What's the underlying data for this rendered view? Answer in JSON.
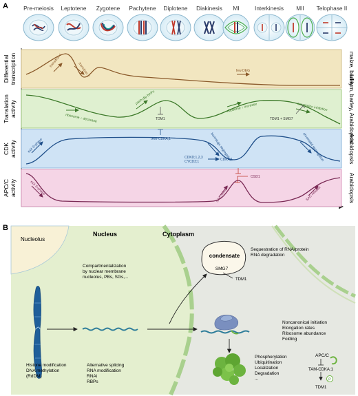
{
  "panel_a": {
    "label": "A",
    "stages": [
      "Pre-meiosis",
      "Leptotene",
      "Zygotene",
      "Pachytene",
      "Diplotene",
      "Diakinesis",
      "MI",
      "Interkinesis",
      "MII",
      "Telophase II"
    ],
    "rows": [
      {
        "label_line1": "Differential",
        "label_line2": "transcription",
        "species": "maize, barley",
        "color": "#f2e6c0",
        "curve": "#8b5a2b",
        "annotations": [
          "transition 1",
          "transition 2",
          "few DEG"
        ]
      },
      {
        "label_line1": "Translation",
        "label_line2": "activity",
        "species": "Lillium, barley, Arabidopsis",
        "color": "#dff0d0",
        "curve": "#3d7a2a",
        "annotations": [
          "ribosome ↓ decrease",
          "pach-dip bAPs",
          "TDM1",
          "ribosome ↑ increase",
          "TDM1 + SMG7",
          "translation inhibition"
        ]
      },
      {
        "label_line1": "CDK",
        "label_line2": "activity",
        "species": "Arabidopsis",
        "color": "#cfe3f5",
        "curve": "#1f4f8a",
        "annotations": [
          "exit S-phase",
          "TAM-CDKA;1",
          "CDKD;1,2,3",
          "CYCD3;1",
          "CDKA;1",
          "homologs segregation",
          "chromatid segregation"
        ]
      },
      {
        "label_line1": "APC/C",
        "label_line2": "activity",
        "species": "Arabidopsis",
        "color": "#f5d5e6",
        "curve": "#7a2a55",
        "annotations": [
          "exit S-phase",
          "SAC release",
          "OSD1",
          "SAC release"
        ]
      }
    ]
  },
  "panel_b": {
    "label": "B",
    "regions": {
      "nucleolus": "Nucleolus",
      "nucleus": "Nucleus",
      "cytoplasm": "Cytoplasm"
    },
    "condensate": {
      "title": "condensate",
      "smg7": "SMG7",
      "tdm1": "TDM1"
    },
    "texts": {
      "sequestration_1": "Sequestration of RNA/protein",
      "sequestration_2": "RNA degradation",
      "compartment_1": "Compartmentalization",
      "compartment_2": "by nuclear membrane",
      "compartment_3": "nucleolus, PBs, SGs,...",
      "histone_1": "Histone modification",
      "histone_2": "DNA methylation",
      "histone_3": "(RdDM)",
      "alt_1": "Alternative splicing",
      "alt_2": "RNA modification",
      "alt_3": "RNAi",
      "alt_4": "RBPs",
      "trans_1": "Noncanonical initiation",
      "trans_2": "Elongation rates",
      "trans_3": "Ribosome abundance",
      "trans_4": "Folding",
      "ptm_1": "Phosphorylation",
      "ptm_2": "Ubiquitination",
      "ptm_3": "Localization",
      "ptm_4": "Degradation",
      "ptm_5": "...",
      "apc": "APC/C",
      "tam": "TAM-CDKA;1",
      "tdm1": "TDM1",
      "p": "P"
    }
  },
  "colors": {
    "nucleus_bg": "#e4efcf",
    "cytoplasm_bg": "#e6e8e2",
    "nucleolus": "#f8f1d6",
    "membrane": "#a9d08e",
    "mrna": "#2e7d9a",
    "chromosome": "#1f5f9a",
    "protein": "#6cb33f"
  }
}
